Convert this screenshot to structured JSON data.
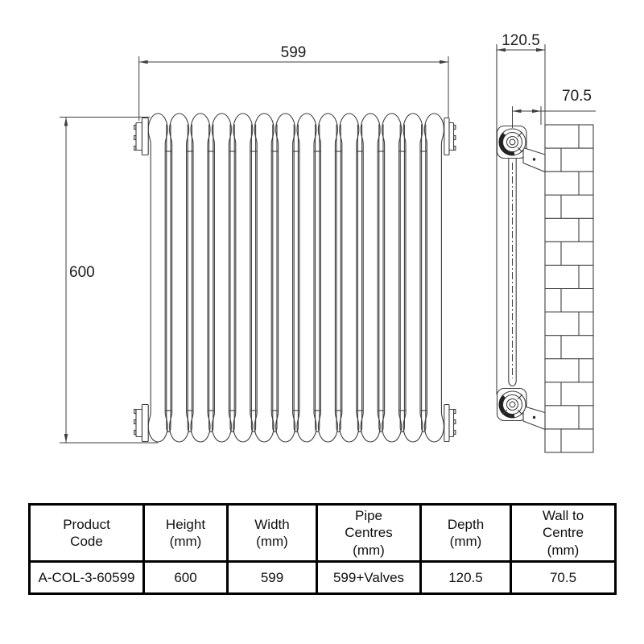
{
  "diagram": {
    "title": "column-radiator-technical-drawing",
    "front_view": {
      "sections": 14,
      "width_dim": "599",
      "height_dim": "600"
    },
    "side_view": {
      "depth_dim": "120.5",
      "wall_to_centre_dim": "70.5",
      "brick_courses": 14
    }
  },
  "spec_table": {
    "headers": [
      [
        "Product",
        "Code"
      ],
      [
        "Height",
        "(mm)"
      ],
      [
        "Width",
        "(mm)"
      ],
      [
        "Pipe",
        "Centres",
        "(mm)"
      ],
      [
        "Depth",
        "(mm)"
      ],
      [
        "Wall to",
        "Centre",
        "(mm)"
      ]
    ],
    "row": [
      "A-COL-3-60599",
      "600",
      "599",
      "599+Valves",
      "120.5",
      "70.5"
    ]
  },
  "colors": {
    "background": "#ffffff",
    "line": "#3f3f3f",
    "text": "#1c1c1c",
    "table_border": "#000000"
  }
}
